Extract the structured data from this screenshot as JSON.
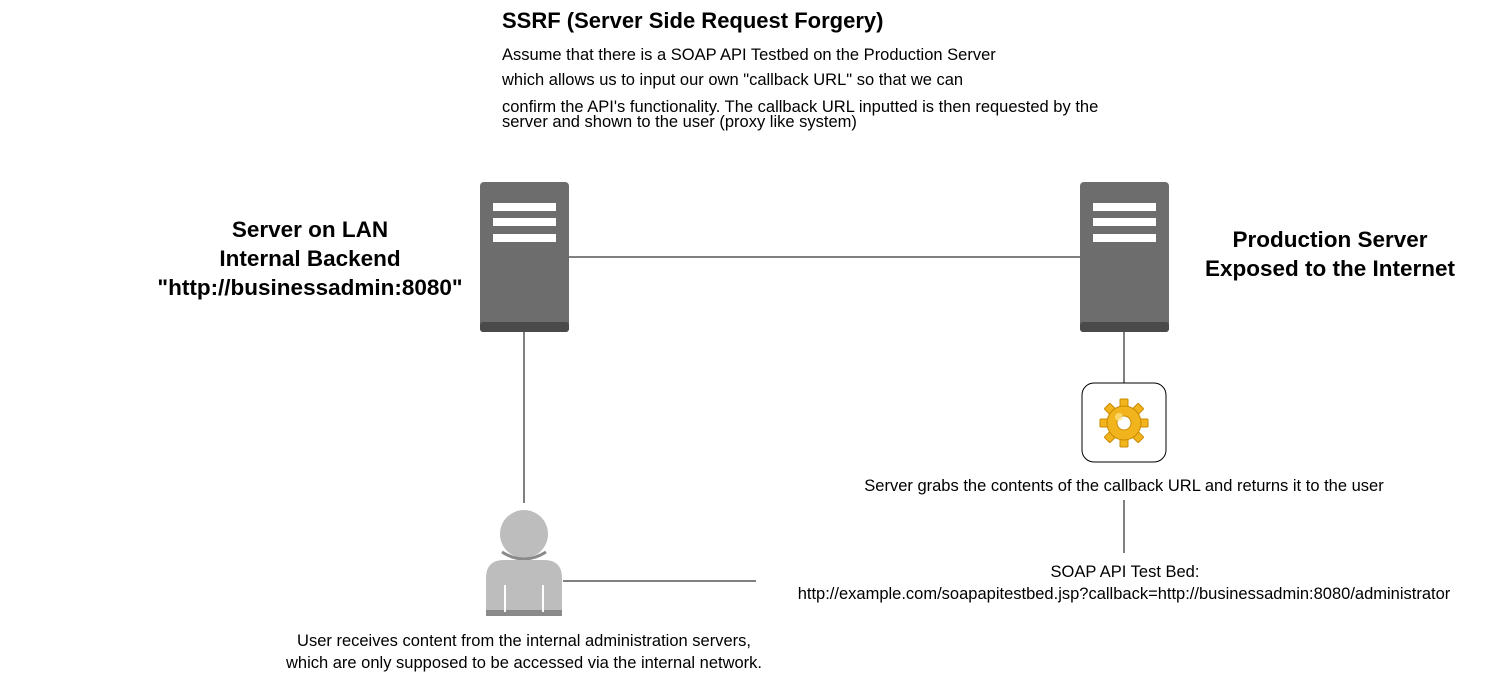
{
  "title": "SSRF (Server Side Request Forgery)",
  "intro_lines": [
    "Assume that there is a SOAP API Testbed on the Production Server",
    "which allows us to input our own \"callback URL\" so that we can",
    "confirm the API's functionality. The callback URL inputted is then requested by the",
    "server and shown to the user (proxy like system)"
  ],
  "lan_server": {
    "line1": "Server on LAN",
    "line2": "Internal Backend",
    "line3": "\"http://businessadmin:8080\"",
    "icon": "server-icon"
  },
  "production_server": {
    "line1": "Production Server",
    "line2": "Exposed to the Internet",
    "icon": "server-icon"
  },
  "process": {
    "icon": "gear-icon",
    "caption": "Server grabs the contents of the callback URL and returns it to the user"
  },
  "testbed": {
    "line1": "SOAP API Test Bed:",
    "line2": "http://example.com/soapapitestbed.jsp?callback=http://businessadmin:8080/administrator"
  },
  "user": {
    "icon": "user-icon",
    "caption_line1": "User receives content from the internal administration servers,",
    "caption_line2": "which are only supposed to be accessed via the internal network."
  },
  "colors": {
    "server_body": "#6d6d6d",
    "server_base": "#4a4a4a",
    "server_slots": "#ffffff",
    "user_body": "#bdbdbd",
    "user_base": "#8a8a8a",
    "gear_fill": "#f2b41c",
    "connector": "#000000"
  }
}
